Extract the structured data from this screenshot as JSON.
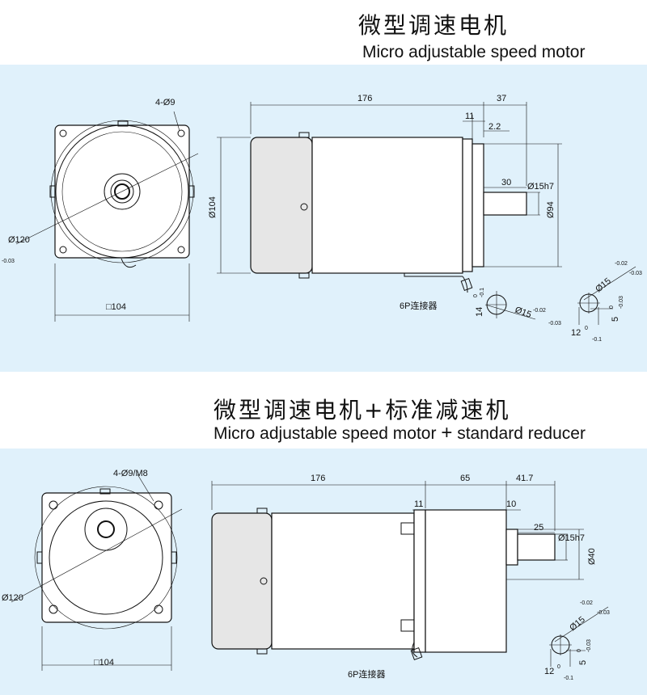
{
  "section1": {
    "title_cn": "微型调速电机",
    "title_en": "Micro adjustable speed motor",
    "dims": {
      "holes": "4-Ø9",
      "circle": "Ø120",
      "tol_circle": "-0.03",
      "square": "□104",
      "length_176": "176",
      "length_37": "37",
      "length_11": "11",
      "length_22": "2.2",
      "length_30": "30",
      "shaft": "Ø15h7",
      "height": "Ø104",
      "flange": "Ø94",
      "connector": "6P连接器",
      "key_14": "14",
      "key_14_tol_a": "0",
      "key_14_tol_b": "-0.1",
      "key_d15": "Ø15",
      "key_d15_tol_a": "-0.02",
      "key_d15_tol_b": "-0.03",
      "r_d15": "Ø15",
      "r_d15_tol_a": "-0.02",
      "r_d15_tol_b": "-0.03",
      "r_5": "5",
      "r_5_tol_a": "0",
      "r_5_tol_b": "-0.03",
      "r_12": "12",
      "r_12_tol_a": "0",
      "r_12_tol_b": "-0.1"
    }
  },
  "section2": {
    "title_cn": "微型调速电机+标准减速机",
    "title_en_a": "Micro adjustable speed motor",
    "title_en_plus": "+",
    "title_en_b": "standard reducer",
    "dims": {
      "holes": "4-Ø9/M8",
      "circle": "Ø120",
      "square": "□104",
      "length_176": "176",
      "length_65": "65",
      "length_417": "41.7",
      "length_11": "11",
      "length_10": "10",
      "length_25": "25",
      "shaft": "Ø15h7",
      "flange": "Ø40",
      "connector": "6P连接器",
      "r_d15": "Ø15",
      "r_d15_tol_a": "-0.02",
      "r_d15_tol_b": "-0.03",
      "r_5": "5",
      "r_5_tol_a": "0",
      "r_5_tol_b": "-0.03",
      "r_12": "12",
      "r_12_tol_a": "0",
      "r_12_tol_b": "-0.1"
    }
  }
}
